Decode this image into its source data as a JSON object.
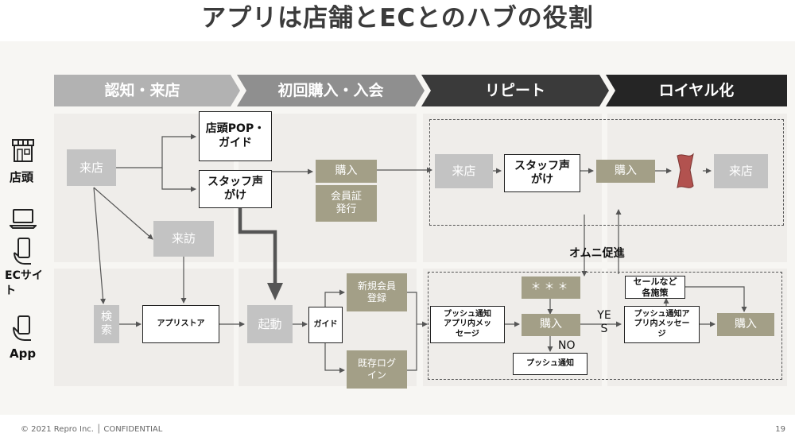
{
  "title": "アプリは店舗とECとのハブの役割",
  "phases": [
    "認知・来店",
    "初回購入・入会",
    "リピート",
    "ロイヤル化"
  ],
  "colors": {
    "gray_box": "#c3c3c3",
    "olive_box": "#a39f87",
    "phase_light": "#b2b2b2",
    "phase_mid": "#8f8f8f",
    "phase_dark": "#3a3a3a",
    "phase_black": "#252525",
    "panel": "#efedea",
    "flag_red": "#b2524f"
  },
  "channels": {
    "store": {
      "label": "店頭",
      "icon": "storefront-icon"
    },
    "ec": {
      "label": "ECサイト",
      "icons": [
        "laptop-icon",
        "smartphone-hand-icon"
      ]
    },
    "app": {
      "label": "App",
      "icon": "phone-in-hand-icon"
    }
  },
  "nodes": {
    "raiten1": "来店",
    "pop_guide": "店頭POP・ガイド",
    "staff1": "スタッフ声がけ",
    "raihou": "来訪",
    "kensaku": "検索",
    "appstore": "アプリストア",
    "kidou": "起動",
    "guide": "ガイド",
    "shinki": "新規会員登録",
    "kizon": "既存ログイン",
    "kounyu1": "購入",
    "kaiin": "会員証発行",
    "raiten2": "来店",
    "staff2": "スタッフ声がけ",
    "kounyu2": "購入",
    "raiten3": "来店",
    "push1": "プッシュ通知アプリ内メッセージ",
    "stars": "＊＊＊",
    "kounyu3": "購入",
    "push_only": "プッシュ通知",
    "sale": "セールなど各施策",
    "push2": "プッシュ通知アプリ内メッセージ",
    "kounyu4": "購入"
  },
  "labels": {
    "omni": "オムニ促進",
    "yes": "YES",
    "no": "NO"
  },
  "footer": {
    "copyright": "© 2021 Repro Inc. │ CONFIDENTIAL",
    "page": "19"
  }
}
